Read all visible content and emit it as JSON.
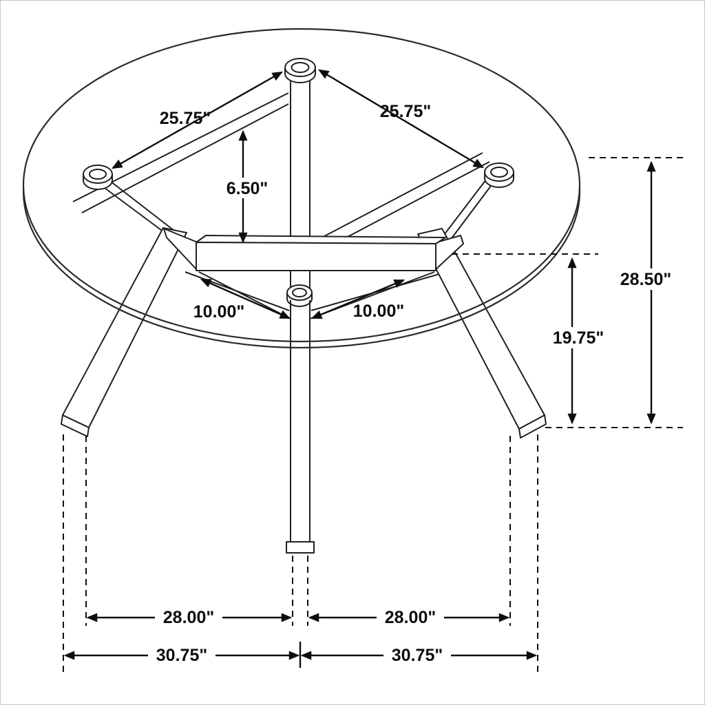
{
  "figure": {
    "description": "Dimension line drawing of a round glass-top tripod dining table",
    "background": "#ffffff",
    "line_color": "#1f1f1f",
    "dimension_color": "#0d0d0d",
    "border_color": "#c4c4c4"
  },
  "dimensions": {
    "top_left": "25.75\"",
    "top_right": "25.75\"",
    "column_height": "6.50\"",
    "hub_left": "10.00\"",
    "hub_right": "10.00\"",
    "overall_height": "28.50\"",
    "floor_to_apron": "19.75\"",
    "inner_span_left": "28.00\"",
    "inner_span_right": "28.00\"",
    "outer_span_left": "30.75\"",
    "outer_span_right": "30.75\""
  }
}
